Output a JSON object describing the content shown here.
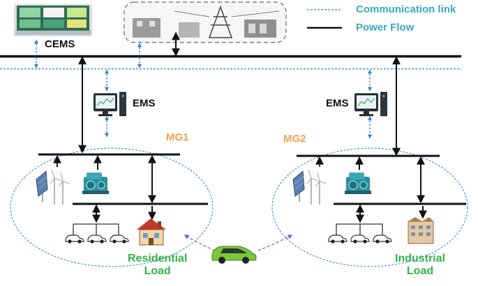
{
  "legend": {
    "communication_link": "Communication link",
    "power_flow": "Power Flow"
  },
  "labels": {
    "cems": "CEMS",
    "ems_left": "EMS",
    "ems_right": "EMS",
    "mg1": "MG1",
    "mg2": "MG2",
    "residential_load": "Residential\nLoad",
    "industrial_load": "Industrial\nLoad"
  },
  "colors": {
    "communication": "#2f80c8",
    "power": "#111111",
    "mg_label": "#f0a050",
    "load_label": "#33b24a",
    "legend_text": "#3aa6c6",
    "ev_link": "#8a4fc7",
    "ev_body": "#7dc83a"
  },
  "icons": {
    "control_center": "control-center-icon",
    "grid": "power-grid-icon",
    "ems_computer": "computer-icon",
    "renewables": "solar-wind-icon",
    "generator": "generator-icon",
    "electric_cars": "car-icon",
    "house": "house-icon",
    "factory": "factory-icon",
    "ev": "electric-vehicle-icon"
  }
}
